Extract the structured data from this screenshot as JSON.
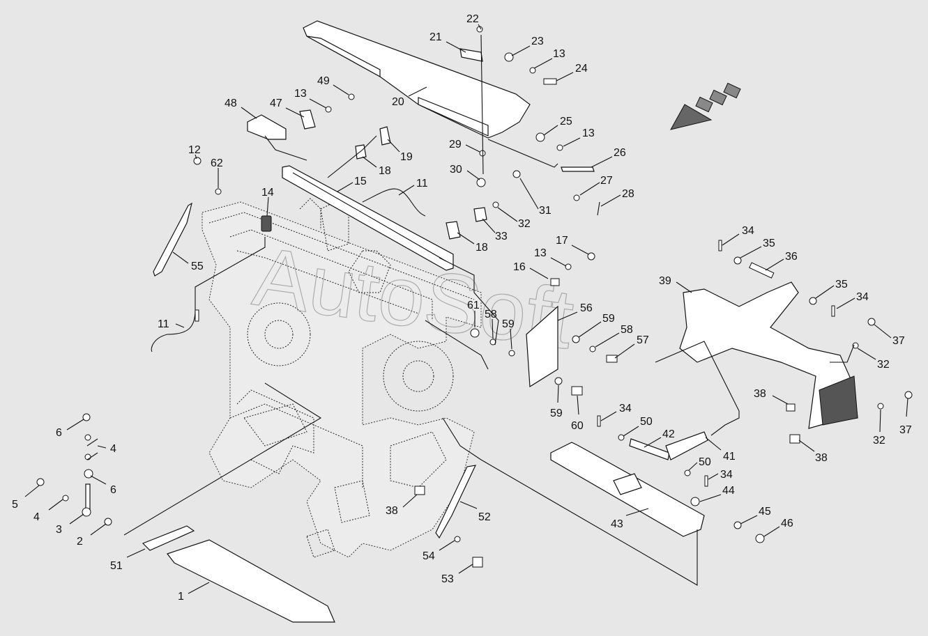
{
  "watermark": "AutoSoft",
  "callouts": [
    {
      "id": "c22",
      "label": "22"
    },
    {
      "id": "c21",
      "label": "21"
    },
    {
      "id": "c23",
      "label": "23"
    },
    {
      "id": "c13a",
      "label": "13"
    },
    {
      "id": "c24",
      "label": "24"
    },
    {
      "id": "c49",
      "label": "49"
    },
    {
      "id": "c13b",
      "label": "13"
    },
    {
      "id": "c48",
      "label": "48"
    },
    {
      "id": "c47",
      "label": "47"
    },
    {
      "id": "c20",
      "label": "20"
    },
    {
      "id": "c25",
      "label": "25"
    },
    {
      "id": "c13c",
      "label": "13"
    },
    {
      "id": "c29",
      "label": "29"
    },
    {
      "id": "c19",
      "label": "19"
    },
    {
      "id": "c26",
      "label": "26"
    },
    {
      "id": "c12",
      "label": "12"
    },
    {
      "id": "c62",
      "label": "62"
    },
    {
      "id": "c18a",
      "label": "18"
    },
    {
      "id": "c30",
      "label": "30"
    },
    {
      "id": "c15",
      "label": "15"
    },
    {
      "id": "c11a",
      "label": "11"
    },
    {
      "id": "c27",
      "label": "27"
    },
    {
      "id": "c14",
      "label": "14"
    },
    {
      "id": "c28",
      "label": "28"
    },
    {
      "id": "c31",
      "label": "31"
    },
    {
      "id": "c32a",
      "label": "32"
    },
    {
      "id": "c33",
      "label": "33"
    },
    {
      "id": "c18b",
      "label": "18"
    },
    {
      "id": "c17",
      "label": "17"
    },
    {
      "id": "c34a",
      "label": "34"
    },
    {
      "id": "c35a",
      "label": "35"
    },
    {
      "id": "c55",
      "label": "55"
    },
    {
      "id": "c13d",
      "label": "13"
    },
    {
      "id": "c36",
      "label": "36"
    },
    {
      "id": "c16",
      "label": "16"
    },
    {
      "id": "c39",
      "label": "39"
    },
    {
      "id": "c35b",
      "label": "35"
    },
    {
      "id": "c34b",
      "label": "34"
    },
    {
      "id": "c61",
      "label": "61"
    },
    {
      "id": "c56",
      "label": "56"
    },
    {
      "id": "c58a",
      "label": "58"
    },
    {
      "id": "c59a",
      "label": "59"
    },
    {
      "id": "c59b",
      "label": "59"
    },
    {
      "id": "c11b",
      "label": "11"
    },
    {
      "id": "c58b",
      "label": "58"
    },
    {
      "id": "c57",
      "label": "57"
    },
    {
      "id": "c37a",
      "label": "37"
    },
    {
      "id": "c32b",
      "label": "32"
    },
    {
      "id": "c38a",
      "label": "38"
    },
    {
      "id": "c59c",
      "label": "59"
    },
    {
      "id": "c60",
      "label": "60"
    },
    {
      "id": "c34c",
      "label": "34"
    },
    {
      "id": "c37b",
      "label": "37"
    },
    {
      "id": "c50a",
      "label": "50"
    },
    {
      "id": "c6a",
      "label": "6"
    },
    {
      "id": "c42",
      "label": "42"
    },
    {
      "id": "c32c",
      "label": "32"
    },
    {
      "id": "c4a",
      "label": "4"
    },
    {
      "id": "c41",
      "label": "41"
    },
    {
      "id": "c38b",
      "label": "38"
    },
    {
      "id": "c50b",
      "label": "50"
    },
    {
      "id": "c6b",
      "label": "6"
    },
    {
      "id": "c34d",
      "label": "34"
    },
    {
      "id": "c5",
      "label": "5"
    },
    {
      "id": "c44",
      "label": "44"
    },
    {
      "id": "c4b",
      "label": "4"
    },
    {
      "id": "c38c",
      "label": "38"
    },
    {
      "id": "c52",
      "label": "52"
    },
    {
      "id": "c45",
      "label": "45"
    },
    {
      "id": "c3",
      "label": "3"
    },
    {
      "id": "c43",
      "label": "43"
    },
    {
      "id": "c46",
      "label": "46"
    },
    {
      "id": "c2",
      "label": "2"
    },
    {
      "id": "c54",
      "label": "54"
    },
    {
      "id": "c51",
      "label": "51"
    },
    {
      "id": "c53",
      "label": "53"
    },
    {
      "id": "c1",
      "label": "1"
    }
  ]
}
